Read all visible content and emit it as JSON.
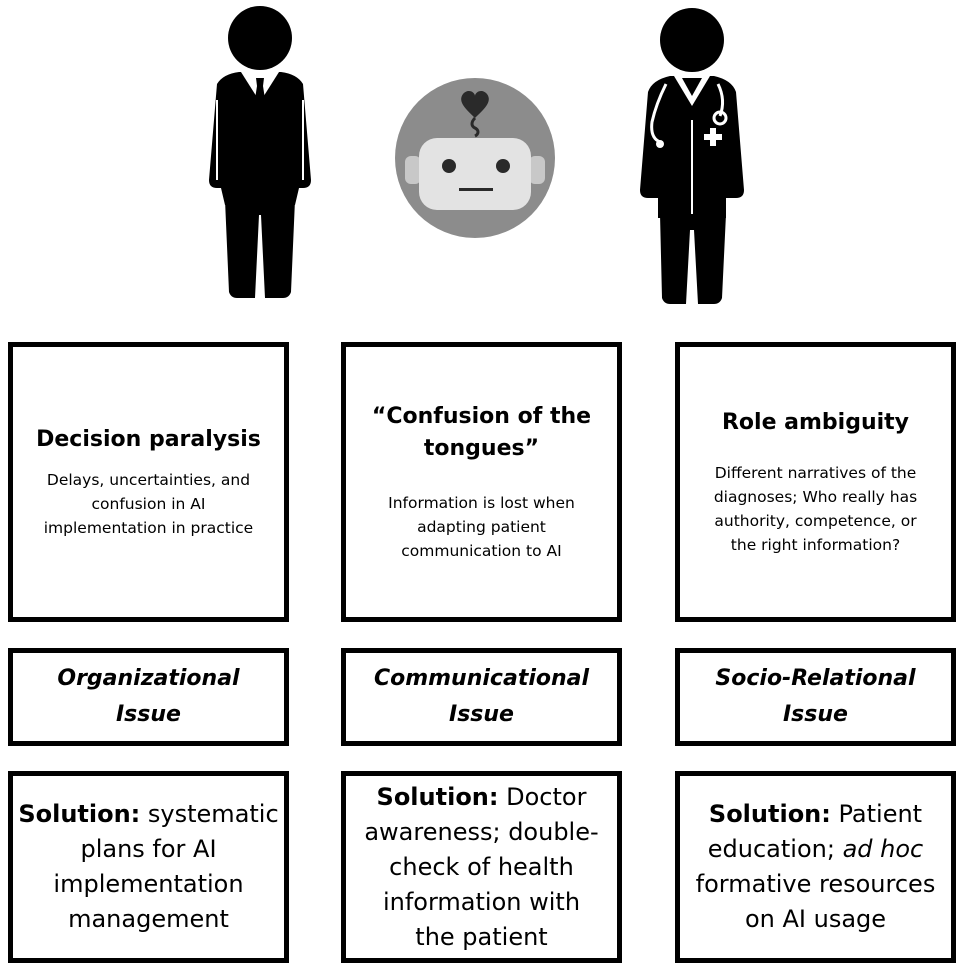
{
  "columns": [
    {
      "figure": "businessman-icon",
      "problem_title": "Decision paralysis",
      "problem_desc_lines": [
        "Delays, uncertainties, and",
        "confusion in AI",
        "implementation in practice"
      ],
      "issue_lines": [
        "Organizational",
        "Issue"
      ],
      "solution_label": "Solution:",
      "solution_lines": [
        "systematic",
        "plans for AI",
        "implementation",
        "management"
      ]
    },
    {
      "figure": "robot-icon",
      "problem_title_lines": [
        "“Confusion of the",
        "tongues”"
      ],
      "problem_desc_lines": [
        "Information is lost when",
        "adapting patient",
        "communication to AI"
      ],
      "issue_lines": [
        "Communicational",
        "Issue"
      ],
      "solution_label": "Solution:",
      "solution_lines": [
        "Doctor",
        "awareness; double-",
        "check of health",
        "information with",
        "the patient"
      ]
    },
    {
      "figure": "doctor-icon",
      "problem_title": "Role ambiguity",
      "problem_desc_lines": [
        "Different narratives of the",
        "diagnoses; Who really has",
        "authority, competence, or",
        "the right information?"
      ],
      "issue_lines": [
        "Socio-Relational",
        "Issue"
      ],
      "solution_label": "Solution:",
      "solution_lines": [
        "Patient",
        "education;",
        "ad hoc",
        "formative resources",
        "on AI usage"
      ]
    }
  ]
}
